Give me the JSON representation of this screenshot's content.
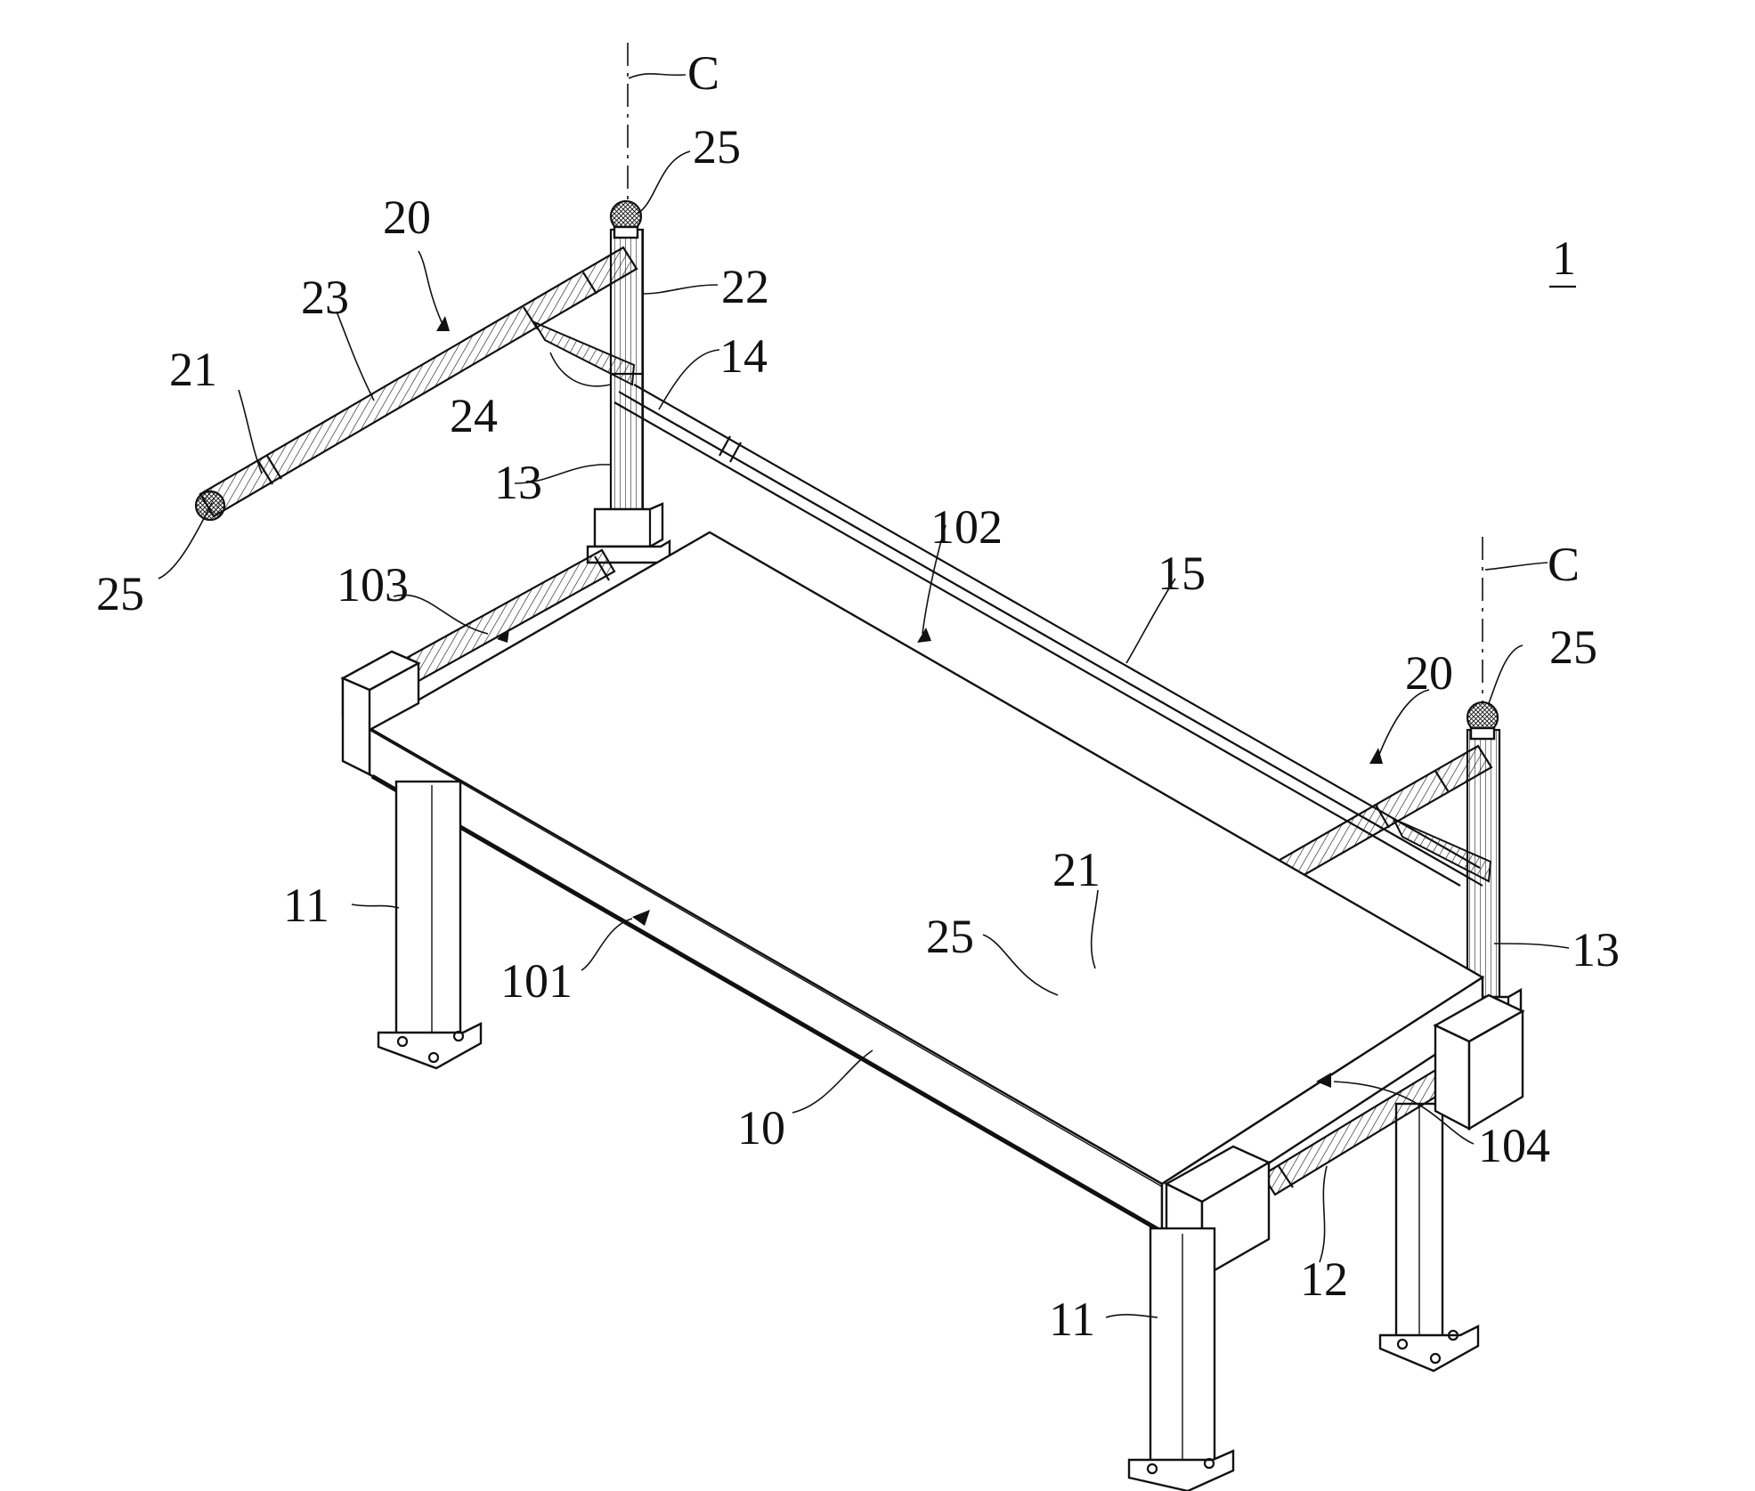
{
  "figure_number": "1",
  "axis_marker": "C",
  "labels": {
    "table_top": "10",
    "leg": "11",
    "crossbar": "12",
    "post": "13",
    "side_rod": "14",
    "back_rod": "15",
    "handle_assembly": "20",
    "grip_end": "21",
    "vertical_tube": "22",
    "grip_tube": "23",
    "brace": "24",
    "end_cap": "25",
    "front_edge": "101",
    "back_edge": "102",
    "left_edge": "103",
    "right_edge": "104"
  },
  "colors": {
    "line": "#111111",
    "background": "#ffffff"
  }
}
